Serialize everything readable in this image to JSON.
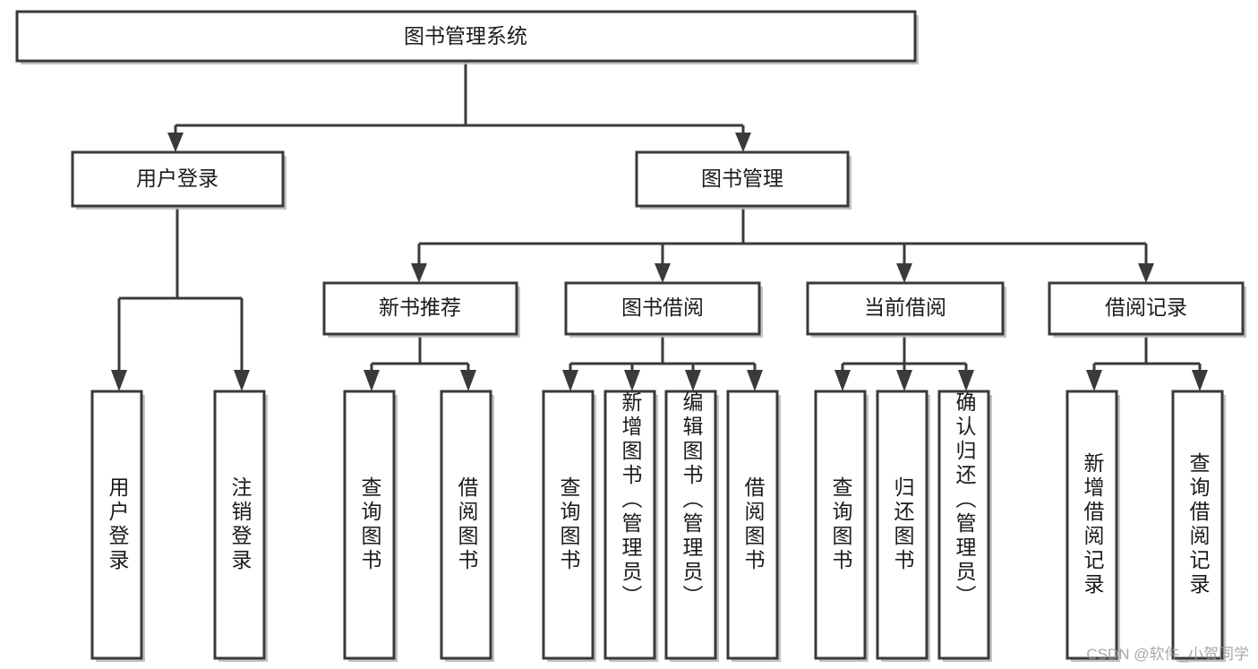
{
  "diagram": {
    "type": "tree-hierarchy",
    "title": "图书管理系统",
    "orientation": "top-down",
    "colors": {
      "node_fill": "#ffffff",
      "node_stroke": "#3a3a3a",
      "edge": "#3a3a3a",
      "text": "#1b1b1b",
      "watermark": "#9a9a9a"
    },
    "root": {
      "label": "图书管理系统"
    },
    "level2": [
      {
        "label": "用户登录"
      },
      {
        "label": "图书管理"
      }
    ],
    "level3": [
      {
        "label": "新书推荐"
      },
      {
        "label": "图书借阅"
      },
      {
        "label": "当前借阅"
      },
      {
        "label": "借阅记录"
      }
    ],
    "leaves": {
      "user_login": [
        {
          "label": "用户登录"
        },
        {
          "label": "注销登录"
        }
      ],
      "new_book_recommend": [
        {
          "label": "查询图书"
        },
        {
          "label": "借阅图书"
        }
      ],
      "book_borrow": [
        {
          "label": "查询图书"
        },
        {
          "label": "新增图书（管理员）"
        },
        {
          "label": "编辑图书（管理员）"
        },
        {
          "label": "借阅图书"
        }
      ],
      "current_borrow": [
        {
          "label": "查询图书"
        },
        {
          "label": "归还图书"
        },
        {
          "label": "确认归还（管理员）"
        }
      ],
      "borrow_record": [
        {
          "label": "新增借阅记录"
        },
        {
          "label": "查询借阅记录"
        }
      ]
    }
  },
  "watermark": {
    "text": "CSDN @软件_小贺同学"
  }
}
